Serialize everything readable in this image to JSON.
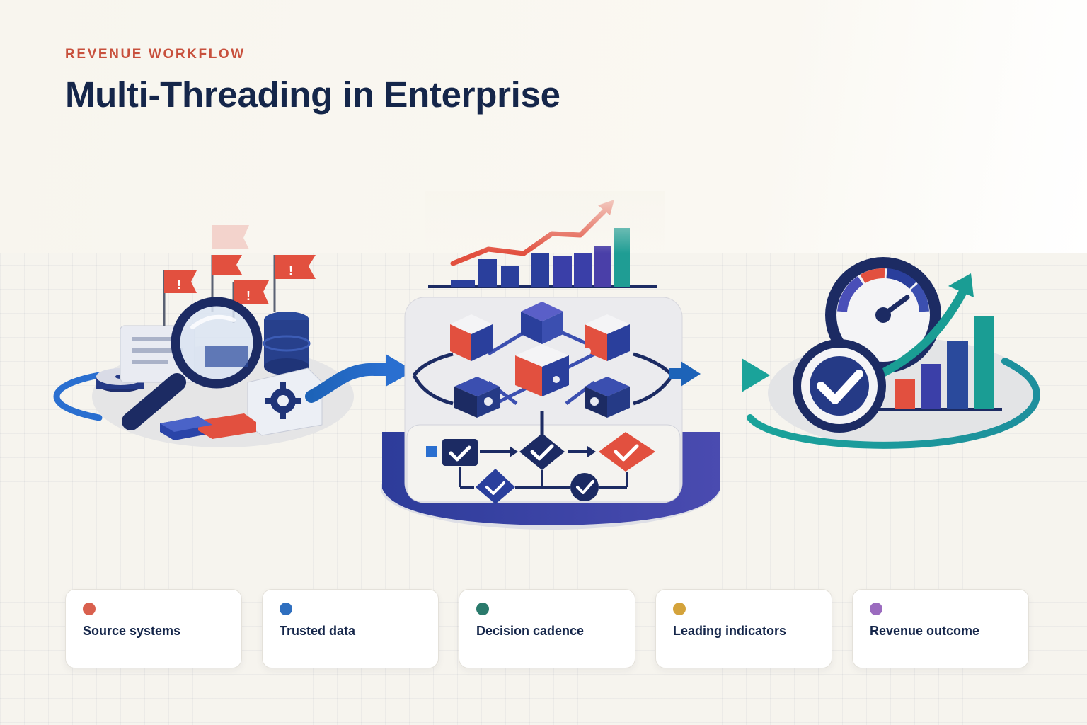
{
  "header": {
    "eyebrow": "REVENUE WORKFLOW",
    "title": "Multi-Threading in Enterprise"
  },
  "stages": [
    {
      "label": "Source systems",
      "color": "#d9604e"
    },
    {
      "label": "Trusted data",
      "color": "#2f6fbf"
    },
    {
      "label": "Decision cadence",
      "color": "#2a7a6c"
    },
    {
      "label": "Leading indicators",
      "color": "#d4a33b"
    },
    {
      "label": "Revenue outcome",
      "color": "#9b6bbf"
    }
  ],
  "palette": {
    "navy": "#15264a",
    "indigo": "#3b3f9c",
    "blue": "#2f6fbf",
    "teal": "#1f9d94",
    "red": "#e2503f"
  },
  "icons": [
    "flag-icon",
    "magnifier-icon",
    "database-icon",
    "gear-icon",
    "cube-network-icon",
    "bar-chart-icon",
    "flowchart-icon",
    "gauge-icon",
    "check-badge-icon",
    "arrow-icon"
  ]
}
